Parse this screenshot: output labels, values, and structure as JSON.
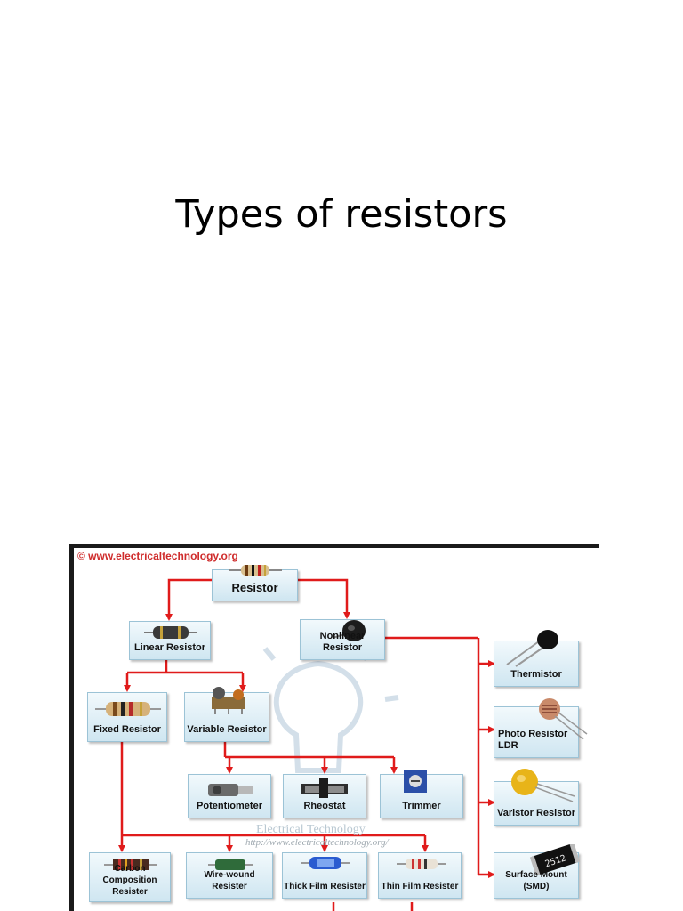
{
  "slide": {
    "title": "Types of resistors"
  },
  "figure": {
    "copyright": "© www.electricaltechnology.org",
    "watermark_title": "Electrical Technology",
    "watermark_url": "http://www.electricaltechnology.org/",
    "arrow_color": "#e01b1b",
    "nodes": {
      "resistor": "Resistor",
      "linear": "Linear Resistor",
      "nonlinear": "Nonlinear Resistor",
      "fixed": "Fixed Resistor",
      "variable": "Variable Resistor",
      "thermistor": "Thermistor",
      "photo": "Photo Resistor\nLDR",
      "varistor": "Varistor Resistor",
      "smd": "Surface Mount (SMD)",
      "potentiometer": "Potentiometer",
      "rheostat": "Rheostat",
      "trimmer": "Trimmer",
      "carbon": "Carbon Composition\nResister",
      "wirewound": "Wire-wound Resister",
      "thickfilm": "Thick Film Resister",
      "thinfilm": "Thin Film Resister"
    },
    "component_icons": {
      "resistor": "axial-resistor-icon",
      "linear": "axial-resistor-icon",
      "nonlinear": "disc-nonlinear-icon",
      "fixed": "axial-resistor-icon",
      "variable": "variable-resistor-icon",
      "thermistor": "thermistor-icon",
      "photo": "ldr-icon",
      "varistor": "varistor-icon",
      "smd": "smd-chip-icon",
      "potentiometer": "potentiometer-icon",
      "rheostat": "rheostat-icon",
      "trimmer": "trimmer-icon",
      "carbon": "carbon-composition-icon",
      "wirewound": "wirewound-icon",
      "thickfilm": "thick-film-icon",
      "thinfilm": "thin-film-icon"
    },
    "smd_marking": "2512"
  }
}
